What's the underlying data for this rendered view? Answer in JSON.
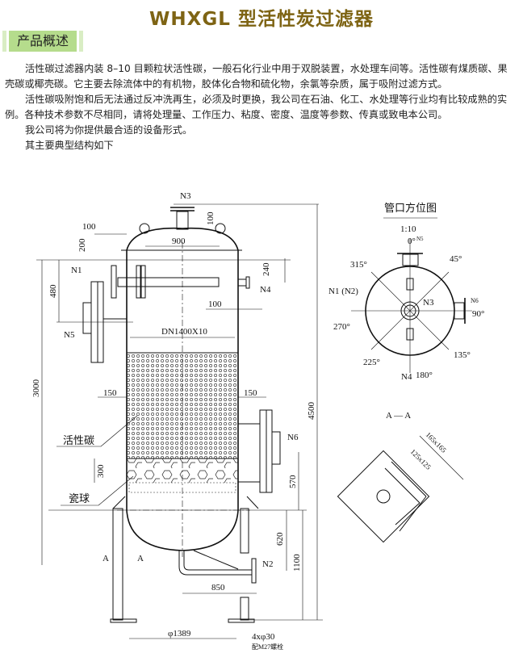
{
  "title": "WHXGL 型活性炭过滤器",
  "section": "产品概述",
  "paragraphs": [
    "活性碳过滤器内装 8–10 目颗粒状活性碳，一般石化行业中用于双脱装置，水处理车间等。活性碳有煤质碳、果壳碳或椰壳碳。它主要去除流体中的有机物，胶体化合物和硫化物，余氯等杂质，属于吸附过滤方式。",
    "活性碳吸附饱和后无法通过反冲洗再生，必须及时更换，我公司在石油、化工、水处理等行业均有比较成熟的实例。各种技术参数不尽相同，请将处理量、工作压力、粘度、密度、温度等参数、传真或致电本公司。",
    "我公司将为你提供最合适的设备形式。",
    "其主要典型结构如下"
  ],
  "drawing": {
    "nozzles": {
      "n1": "N1",
      "n2": "N2",
      "n3": "N3",
      "n4": "N4",
      "n5": "N5",
      "n6": "N6"
    },
    "dims": {
      "d100a": "100",
      "d200": "200",
      "d900": "900",
      "d100b": "100",
      "d240": "240",
      "d100c": "100",
      "d480": "480",
      "dn": "DN1400X10",
      "d3000": "3000",
      "d150a": "150",
      "d150b": "150",
      "d4500": "4500",
      "d300": "300",
      "d570": "570",
      "d620": "620",
      "d1100": "1100",
      "d850": "850",
      "d1389": "φ1389",
      "bolt": "4xφ30",
      "bolt_note": "配M27螺栓"
    },
    "labels": {
      "carbon": "活性碳",
      "ceramic": "瓷球",
      "section_a": "A",
      "section_a2": "A"
    },
    "orientation": {
      "title": "管口方位图",
      "scale": "1:10",
      "a0": "0°",
      "n5": "N5",
      "a45": "45°",
      "a315": "315°",
      "n1n2": "N1 (N2)",
      "n3": "N3",
      "n6": "N6",
      "a90": "90°",
      "a270": "270°",
      "a225": "225°",
      "a135": "135°",
      "n4": "N4",
      "a180": "180°"
    },
    "section_view": {
      "title": "A — A",
      "size1": "165x165",
      "size2": "125x125"
    }
  }
}
